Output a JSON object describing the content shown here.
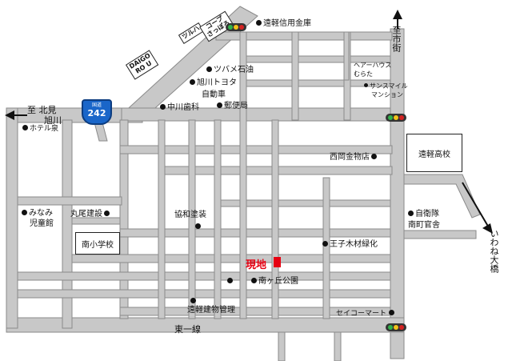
{
  "colors": {
    "road": "#c8c8c8",
    "road_edge": "#8a8a8a",
    "block": "#ffffff",
    "site": "#e60012",
    "route_badge": "#1a66c9",
    "signal_green": "#2fb24a",
    "signal_yellow": "#f2c41a",
    "signal_red": "#d42222"
  },
  "directions": {
    "west": "至 北見\n旭川",
    "west_line1": "至 北見",
    "west_line2": "旭川",
    "north": "至市街",
    "southeast_line1": "いわね大橋"
  },
  "route_badge": {
    "label_top": "国道",
    "number": "242"
  },
  "roads": {
    "daigo": "DAIGO RO U",
    "daigo_line1": "DAIGO",
    "daigo_line2": "RO U",
    "south_road": "東一線"
  },
  "diagonal_shops": {
    "tsuruha": "ツルハ",
    "coop_line1": "コープ",
    "coop_line2": "さっぽろ"
  },
  "site": {
    "label": "現地"
  },
  "landmarks": [
    {
      "id": "engaru-shinkin",
      "text": "遠軽信用金庫"
    },
    {
      "id": "tsubame",
      "text": "ツバメ石油"
    },
    {
      "id": "asahikawa-toyota",
      "text": "旭川トヨタ"
    },
    {
      "id": "jidosha",
      "text": "自動車"
    },
    {
      "id": "nakagawa",
      "text": "中川歯科"
    },
    {
      "id": "post",
      "text": "郵便局"
    },
    {
      "id": "hair",
      "text": "ヘアーハウス"
    },
    {
      "id": "murata",
      "text": "むらた"
    },
    {
      "id": "sunsmile",
      "text": "サンスマイル"
    },
    {
      "id": "mansion",
      "text": "マンション"
    },
    {
      "id": "hotel",
      "text": "ホテル泉"
    },
    {
      "id": "nishioka",
      "text": "西岡金物店"
    },
    {
      "id": "minami-jidokan-1",
      "text": "みなみ"
    },
    {
      "id": "minami-jidokan-2",
      "text": "児童館"
    },
    {
      "id": "maruo",
      "text": "丸尾建設"
    },
    {
      "id": "kyowa",
      "text": "協和塗装"
    },
    {
      "id": "jieitai-1",
      "text": "自衛隊"
    },
    {
      "id": "jieitai-2",
      "text": "南町官舎"
    },
    {
      "id": "oji",
      "text": "王子木材緑化"
    },
    {
      "id": "minamigaoka",
      "text": "南ヶ丘公園"
    },
    {
      "id": "engaru-kenbutsu",
      "text": "遠軽建物管理"
    },
    {
      "id": "seicomart",
      "text": "セイコーマート"
    }
  ],
  "boxes": {
    "engaru_high": "遠軽高校",
    "minami_school": "南小学校"
  }
}
